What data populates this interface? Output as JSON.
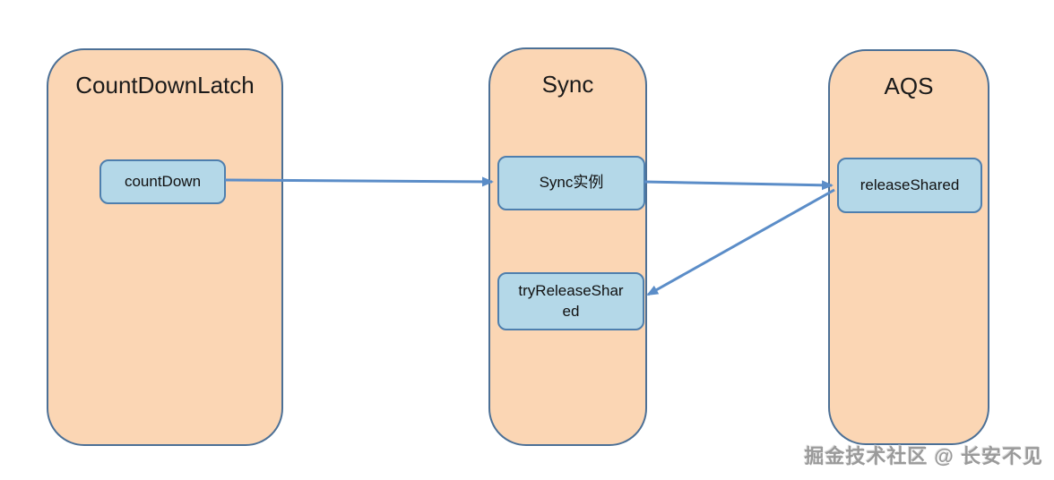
{
  "diagram": {
    "type": "flowchart",
    "containers": [
      {
        "title": "CountDownLatch",
        "nodes": [
          {
            "label": "countDown"
          }
        ]
      },
      {
        "title": "Sync",
        "nodes": [
          {
            "label": "Sync实例"
          },
          {
            "label": "tryReleaseShar\ned"
          }
        ]
      },
      {
        "title": "AQS",
        "nodes": [
          {
            "label": "releaseShared"
          }
        ]
      }
    ],
    "edges": [
      {
        "from": "countDown",
        "to": "Sync实例"
      },
      {
        "from": "Sync实例",
        "to": "releaseShared"
      },
      {
        "from": "releaseShared",
        "to": "tryReleaseShared"
      }
    ]
  },
  "watermark": {
    "text": "掘金技术社区 @ 长安不见"
  },
  "colors": {
    "container_fill": "#fbd6b4",
    "container_border": "#4c7096",
    "node_fill": "#b4d8e8",
    "node_border": "#4e7fae",
    "arrow": "#5b8dc8",
    "watermark_text": "#9a9a9a",
    "background": "#ffffff"
  }
}
